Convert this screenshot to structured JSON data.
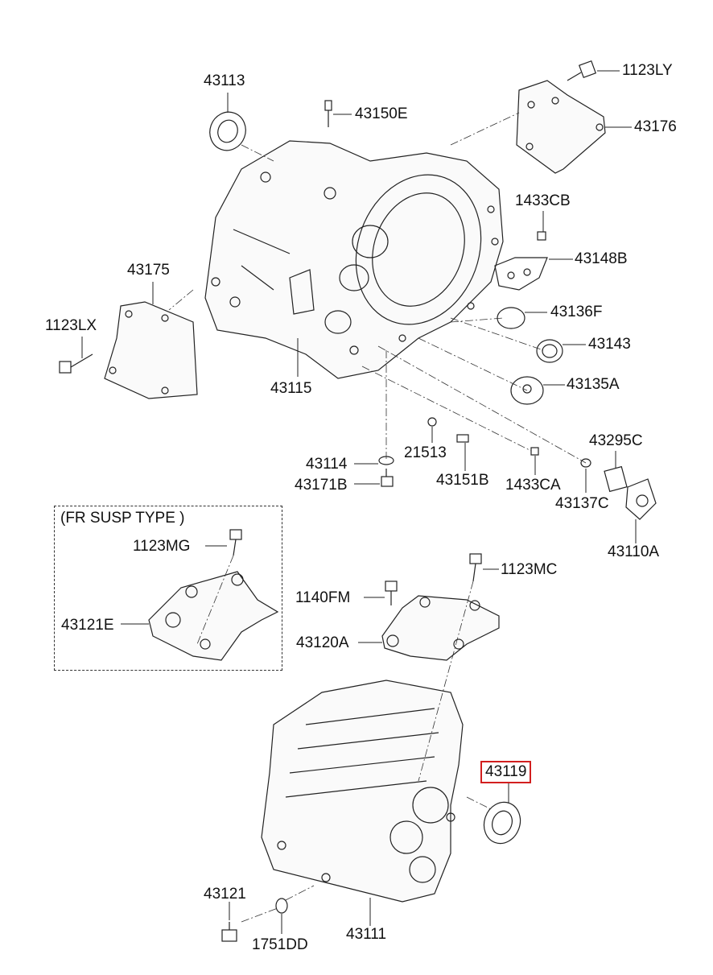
{
  "fr_susp_box": {
    "title": "(FR SUSP TYPE )"
  },
  "highlight_color": "#d21f1f",
  "highlighted_part": "43119",
  "labels": {
    "p43113": "43113",
    "p43150E": "43150E",
    "p1123LY": "1123LY",
    "p43176": "43176",
    "p43175": "43175",
    "p1123LX": "1123LX",
    "p1433CB": "1433CB",
    "p43148B": "43148B",
    "p43136F": "43136F",
    "p43143": "43143",
    "p43115": "43115",
    "p43135A": "43135A",
    "p43295C": "43295C",
    "p21513": "21513",
    "p43114": "43114",
    "p43171B": "43171B",
    "p43151B": "43151B",
    "p1433CA": "1433CA",
    "p43137C": "43137C",
    "p43110A": "43110A",
    "p1123MG": "1123MG",
    "p43121E": "43121E",
    "p1123MC": "1123MC",
    "p1140FM": "1140FM",
    "p43120A": "43120A",
    "p43119": "43119",
    "p43121": "43121",
    "p43111": "43111",
    "p1751DD": "1751DD"
  }
}
